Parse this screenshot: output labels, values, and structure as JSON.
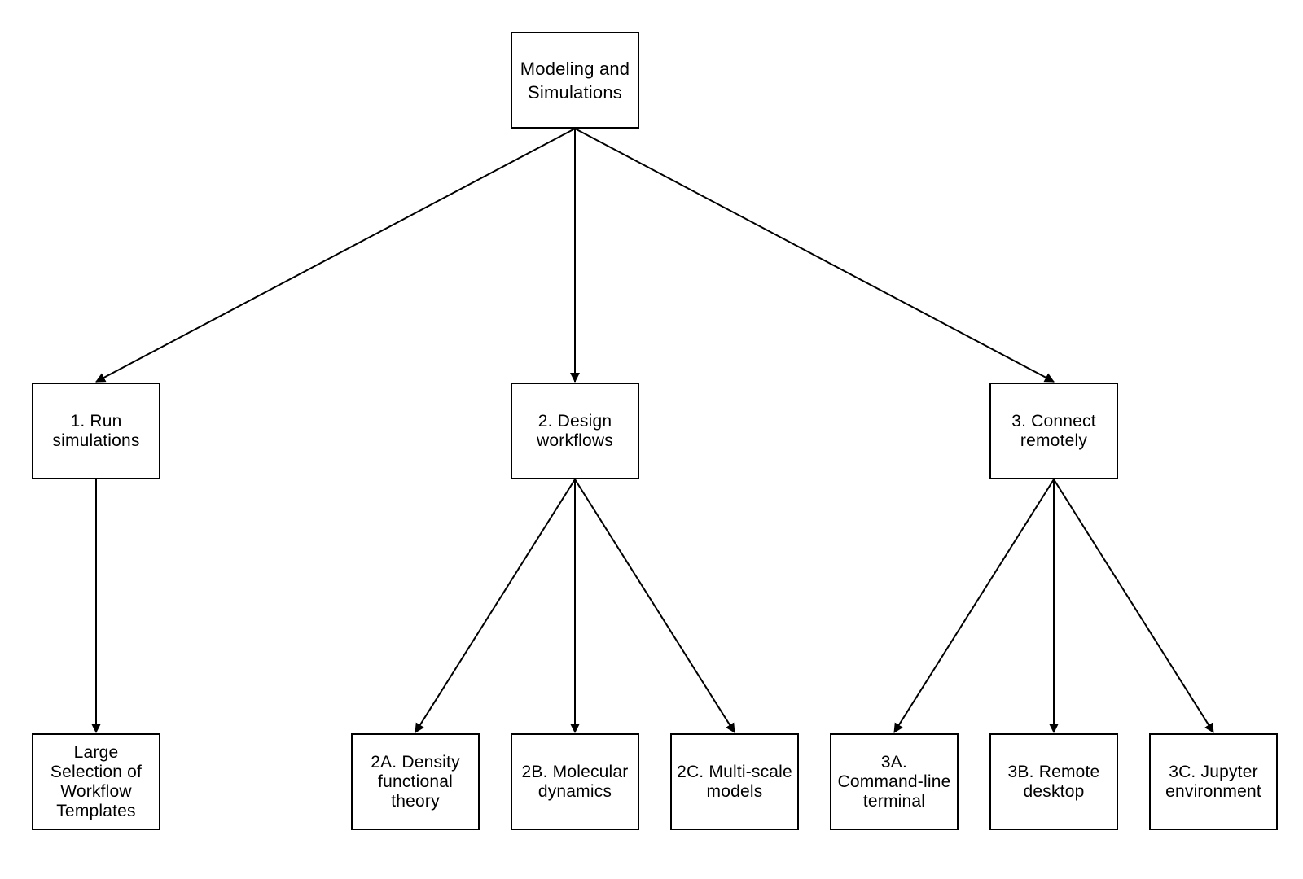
{
  "diagram": {
    "type": "tree",
    "root": {
      "id": "root",
      "label": "Modeling and\nSimulations"
    },
    "level1": [
      {
        "id": "n1",
        "label": "1. Run\nsimulations"
      },
      {
        "id": "n2",
        "label": "2. Design\nworkflows"
      },
      {
        "id": "n3",
        "label": "3. Connect\nremotely"
      }
    ],
    "level2": [
      {
        "id": "n1a",
        "parent": "n1",
        "label": "Large\nSelection of\nWorkflow\nTemplates"
      },
      {
        "id": "n2a",
        "parent": "n2",
        "label": "2A. Density\nfunctional\ntheory"
      },
      {
        "id": "n2b",
        "parent": "n2",
        "label": "2B. Molecular\ndynamics"
      },
      {
        "id": "n2c",
        "parent": "n2",
        "label": "2C. Multi-scale\nmodels"
      },
      {
        "id": "n3a",
        "parent": "n3",
        "label": "3A.\nCommand-line\nterminal"
      },
      {
        "id": "n3b",
        "parent": "n3",
        "label": "3B. Remote\ndesktop"
      },
      {
        "id": "n3c",
        "parent": "n3",
        "label": "3C. Jupyter\nenvironment"
      }
    ],
    "edges": [
      [
        "root",
        "n1"
      ],
      [
        "root",
        "n2"
      ],
      [
        "root",
        "n3"
      ],
      [
        "n1",
        "n1a"
      ],
      [
        "n2",
        "n2a"
      ],
      [
        "n2",
        "n2b"
      ],
      [
        "n2",
        "n2c"
      ],
      [
        "n3",
        "n3a"
      ],
      [
        "n3",
        "n3b"
      ],
      [
        "n3",
        "n3c"
      ]
    ],
    "colors": {
      "stroke": "#000000",
      "fill": "#ffffff",
      "text": "#000000"
    }
  }
}
